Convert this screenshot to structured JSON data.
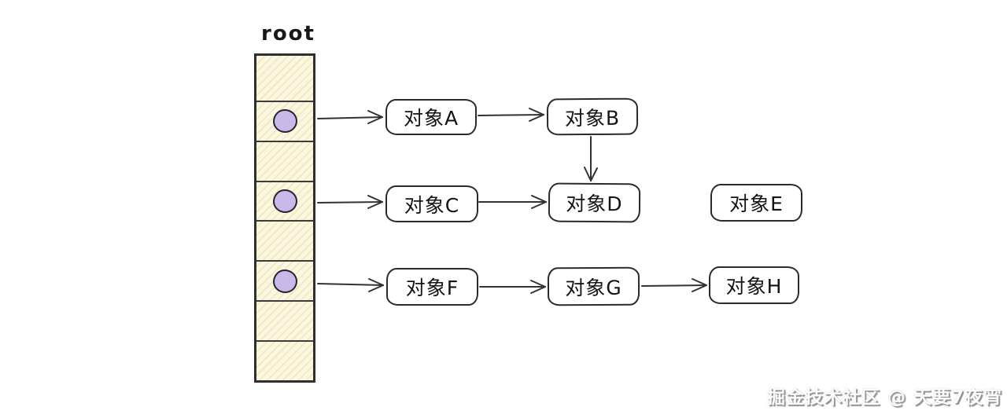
{
  "diagram": {
    "root_label": "root",
    "stack": {
      "cell_count": 8,
      "pointer_cell_indexes": [
        1,
        3,
        5
      ]
    },
    "nodes": [
      {
        "id": "object-a",
        "label": "对象A"
      },
      {
        "id": "object-b",
        "label": "对象B"
      },
      {
        "id": "object-c",
        "label": "对象C"
      },
      {
        "id": "object-d",
        "label": "对象D"
      },
      {
        "id": "object-e",
        "label": "对象E"
      },
      {
        "id": "object-f",
        "label": "对象F"
      },
      {
        "id": "object-g",
        "label": "对象G"
      },
      {
        "id": "object-h",
        "label": "对象H"
      }
    ],
    "edges": [
      {
        "from": "root-slot-1",
        "to": "object-a"
      },
      {
        "from": "object-a",
        "to": "object-b"
      },
      {
        "from": "object-b",
        "to": "object-d"
      },
      {
        "from": "root-slot-2",
        "to": "object-c"
      },
      {
        "from": "object-c",
        "to": "object-d"
      },
      {
        "from": "root-slot-3",
        "to": "object-f"
      },
      {
        "from": "object-f",
        "to": "object-g"
      },
      {
        "from": "object-g",
        "to": "object-h"
      }
    ]
  },
  "colors": {
    "stack_fill": "#fbf6df",
    "stack_hatch": "rgba(214,197,120,0.30)",
    "pointer_fill": "#c8b9e9",
    "line": "#333333"
  },
  "watermark": {
    "text": "掘金技术社区 @ 天要7夜宵"
  }
}
